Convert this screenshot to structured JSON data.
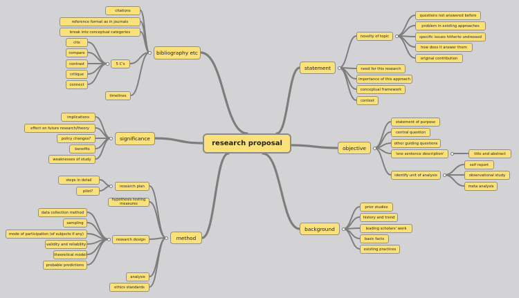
{
  "root": {
    "label": "research proposal"
  },
  "bibliography": {
    "label": "bibliography etc",
    "citations": "citations",
    "reference_format": "reference format as in journals",
    "break_into": "break into conceptual categories",
    "five_cs": {
      "label": "5 C's",
      "items": [
        "cite",
        "compare",
        "contrast",
        "critique",
        "connect"
      ]
    },
    "timelines": "timelines"
  },
  "significance": {
    "label": "significance",
    "items": [
      "implications",
      "effect on future research/theory",
      "policy changes?",
      "benefits",
      "weaknesses of study"
    ]
  },
  "method": {
    "label": "method",
    "research_plan": {
      "label": "research plan",
      "items": [
        "steps in detail",
        "pilot?"
      ]
    },
    "hypothesis": "hypothesis testing measures",
    "research_design": {
      "label": "research design",
      "items": [
        "data collection method",
        "sampling",
        "mode of participation (of subjects if any)",
        "validity and reliability",
        "theoretical model",
        "probable predictions"
      ]
    },
    "analysis": "analysis",
    "ethics": "ethics standards"
  },
  "statement": {
    "label": "statement",
    "novelty": {
      "label": "novelty of topic",
      "items": [
        "questions not answered before",
        "problem in existing approaches",
        "specific issues hitherto undressed",
        "how does it answer them",
        "original contribution"
      ]
    },
    "others": [
      "need for this research",
      "importance of this approach",
      "conceptual framework",
      "context"
    ]
  },
  "objective": {
    "label": "objective",
    "purpose": "statement of purpose",
    "central": "central question",
    "guiding": "other guiding questions",
    "one_sentence": {
      "label": "'one sentence description'",
      "child": "title and abstract"
    },
    "unit": {
      "label": "identify unit of analysis",
      "items": [
        "self report",
        "observational study",
        "meta analysis"
      ]
    }
  },
  "background": {
    "label": "background",
    "items": [
      "prior studies",
      "history and trend",
      "leading scholars' work",
      "basic facts",
      "existing practices"
    ]
  },
  "colors": {
    "node": "#fbe17a",
    "line": "#7d7d7d",
    "background": "#d3d3d6"
  }
}
